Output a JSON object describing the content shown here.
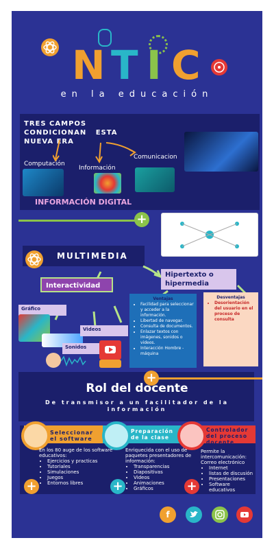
{
  "title": {
    "letters": [
      "N",
      "T",
      "I",
      "C"
    ],
    "subtitle": "en la educación"
  },
  "tres_campos": {
    "heading_line1": "TRES CAMPOS",
    "heading_line2": "CONDICIONAN   ESTA",
    "heading_line3": "NUEVA ERA",
    "fields": [
      "Computación",
      "Información",
      "Comunicacion"
    ],
    "digital_label": "INFORMACIÓN DIGITAL"
  },
  "multimedia": {
    "title": "MULTIMEDIA",
    "interactividad": "Interactividad",
    "grafico": "Gráfico",
    "videos": "Videos",
    "sonidos": "Sonidos",
    "hipertexto": "Hipertexto o hipermedia",
    "ventajas_title": "Ventajas",
    "ventajas": [
      "Facilidad para seleccionar y acceder a la información.",
      "Libertad de navegar.",
      "Consulta de documentos.",
      "Enlazar textos con imágenes, sonidos o videos.",
      "Interacción Hombre - máquina"
    ],
    "desventajas_title": "Desventajas",
    "desventajas": [
      "Desorientación del usuario en el proceso de consulta"
    ]
  },
  "rol": {
    "title": "Rol del docente",
    "subtitle": "De transmisor a un facilitador de la información",
    "columns": [
      {
        "header": "Seleccionar el software",
        "intro": "En los 80 auge de los software educativos:",
        "items": [
          "Ejercicios y practicas",
          "Tutoriales",
          "Simulaciones",
          "Juegos",
          "Entornos libres"
        ]
      },
      {
        "header": "Preparación de la clase",
        "intro": "Enriquecida con el uso de paquetes presentadores de información:",
        "items": [
          "Transparencias",
          "Diapositivas",
          "Videos",
          "Animaciones",
          "Gráficos"
        ]
      },
      {
        "header": "Controlador del proceso docente",
        "intro": "Permite la intercomunicación: Correo electrónico",
        "items": [
          "Internet",
          "listas de discusión",
          "Presentaciones",
          "Software educativos"
        ]
      }
    ]
  },
  "colors": {
    "background": "#2b3294",
    "panel": "#1b1f6b",
    "orange": "#f0a030",
    "green": "#8bc34a",
    "teal": "#29b6c8",
    "red": "#e53935"
  },
  "social": [
    "facebook-icon",
    "twitter-icon",
    "instagram-icon",
    "youtube-icon"
  ]
}
